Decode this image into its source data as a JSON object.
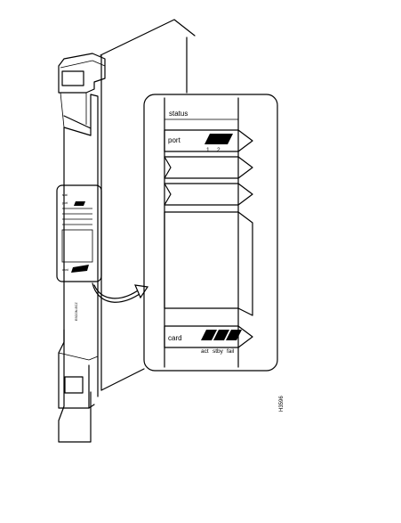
{
  "card_label": "ESCON-ECZ",
  "callout": {
    "status_label": "status",
    "port_label": "port",
    "port_numbers": [
      "1",
      "2"
    ],
    "card_label": "card",
    "card_leds": [
      "act",
      "stby",
      "fail"
    ]
  },
  "small_panel": {
    "top_label": "stat",
    "port_label": "port",
    "card_label": "card"
  },
  "figure_id": "H3596"
}
